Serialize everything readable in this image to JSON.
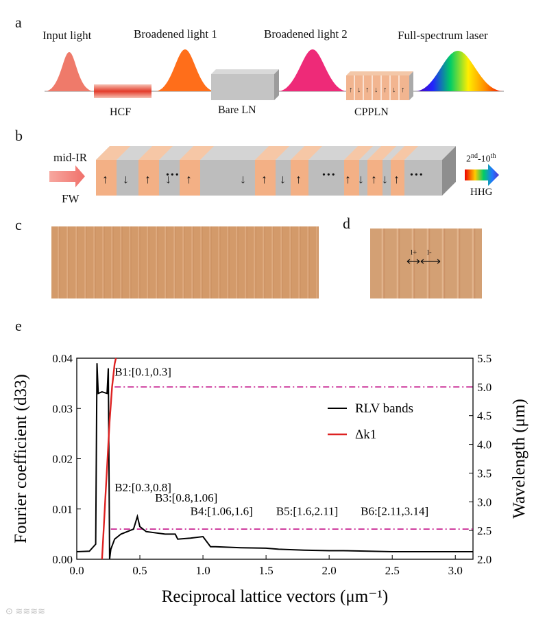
{
  "panel_a": {
    "letter": "a",
    "input_light": "Input light",
    "broadened_1": "Broadened light 1",
    "broadened_2": "Broadened light 2",
    "full_spectrum": "Full-spectrum laser",
    "hcf": "HCF",
    "bare_ln": "Bare LN",
    "cppln": "CPPLN"
  },
  "panel_b": {
    "letter": "b",
    "mid_ir": "mid-IR",
    "fw": "FW",
    "hhg_range_a": "2",
    "hhg_range_sup_a": "nd",
    "hhg_range_b": "-10",
    "hhg_range_sup_b": "th",
    "hhg": "HHG",
    "dots": "•••"
  },
  "panel_c": {
    "letter": "c"
  },
  "panel_d": {
    "letter": "d",
    "l_plus": "l+",
    "l_minus": "l-"
  },
  "panel_e": {
    "letter": "e"
  },
  "chart_data": {
    "type": "line",
    "xlabel": "Reciprocal lattice vectors (μm⁻¹)",
    "ylabel_left": "Fourier coefficient (d33)",
    "ylabel_right": "Wavelength (μm)",
    "xlim": [
      0.0,
      3.14
    ],
    "ylim_left": [
      0.0,
      0.04
    ],
    "ylim_right": [
      2.0,
      5.5
    ],
    "xticks": [
      "0.0",
      "0.5",
      "1.0",
      "1.5",
      "2.0",
      "2.5",
      "3.0"
    ],
    "yticks_left": [
      "0.00",
      "0.01",
      "0.02",
      "0.03",
      "0.04"
    ],
    "yticks_right": [
      "2.0",
      "2.5",
      "3.0",
      "3.5",
      "4.0",
      "4.5",
      "5.0",
      "5.5"
    ],
    "legend": [
      "RLV bands",
      "Δk1"
    ],
    "legend_position": "right",
    "series": [
      {
        "name": "RLV bands",
        "color": "#000000",
        "x": [
          0.0,
          0.1,
          0.15,
          0.16,
          0.17,
          0.2,
          0.24,
          0.25,
          0.26,
          0.27,
          0.3,
          0.35,
          0.45,
          0.48,
          0.5,
          0.55,
          0.7,
          0.78,
          0.8,
          0.9,
          1.0,
          1.06,
          1.1,
          1.3,
          1.5,
          1.6,
          1.8,
          2.0,
          2.11,
          2.5,
          3.0,
          3.14
        ],
        "y": [
          0.0015,
          0.0016,
          0.003,
          0.039,
          0.033,
          0.0333,
          0.033,
          0.038,
          0.0,
          0.002,
          0.004,
          0.005,
          0.006,
          0.0085,
          0.0065,
          0.0055,
          0.005,
          0.005,
          0.004,
          0.0042,
          0.0045,
          0.0025,
          0.0025,
          0.0023,
          0.0022,
          0.002,
          0.0018,
          0.0017,
          0.0017,
          0.0015,
          0.0015,
          0.0015
        ]
      },
      {
        "name": "Δk1",
        "color": "#dd2222",
        "axis": "right",
        "x": [
          0.2,
          0.21,
          0.22,
          0.23,
          0.24,
          0.25,
          0.26,
          0.27,
          0.28,
          0.29,
          0.3,
          0.31
        ],
        "y": [
          2.0,
          2.4,
          2.8,
          3.2,
          3.6,
          4.0,
          4.4,
          4.7,
          5.0,
          5.2,
          5.4,
          5.5
        ]
      }
    ],
    "reference_lines": [
      {
        "axis": "right",
        "y": 5.0,
        "x_from": 0.3,
        "color": "#cc3399"
      },
      {
        "axis": "left",
        "y": 0.006,
        "x_from": 0.27,
        "color": "#cc3399"
      }
    ],
    "annotations": [
      {
        "text": "B1:[0.1,0.3]",
        "x": 0.3,
        "y": 0.0365
      },
      {
        "text": "B2:[0.3,0.8]",
        "x": 0.3,
        "y": 0.0135
      },
      {
        "text": "B3:[0.8,1.06]",
        "x": 0.62,
        "y": 0.0115
      },
      {
        "text": "B4:[1.06,1.6]",
        "x": 0.9,
        "y": 0.0088
      },
      {
        "text": "B5:[1.6,2.11]",
        "x": 1.58,
        "y": 0.0088
      },
      {
        "text": "B6:[2.11,3.14]",
        "x": 2.25,
        "y": 0.0088
      }
    ]
  }
}
